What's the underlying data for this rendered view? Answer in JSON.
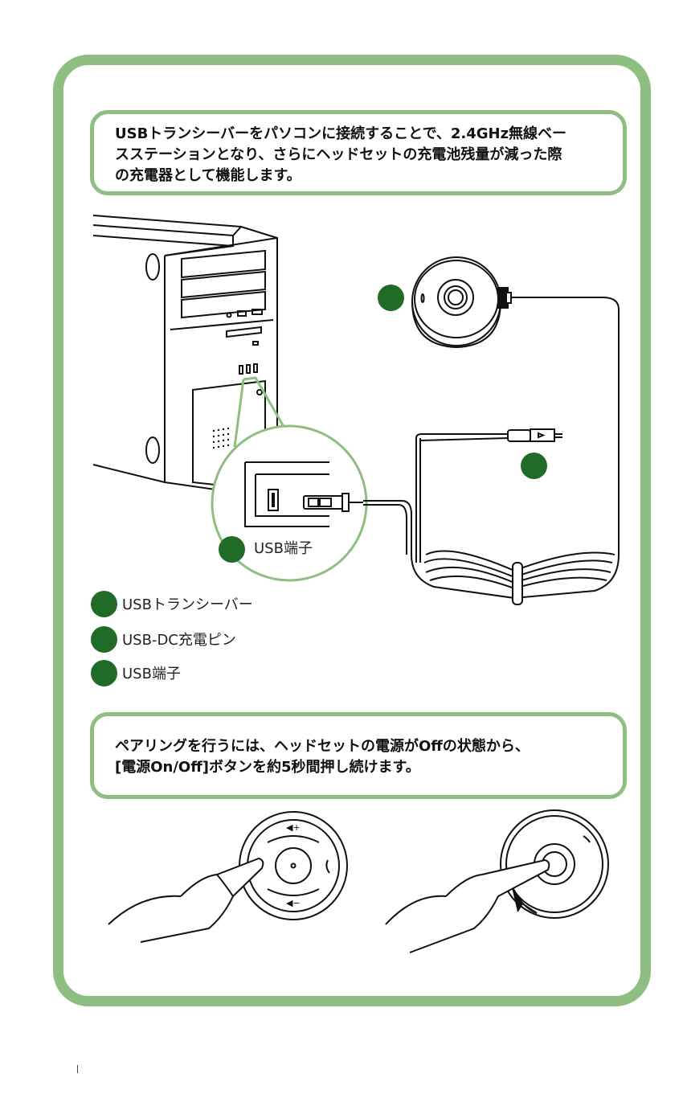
{
  "note_top": {
    "lines": [
      "USBトランシーバーをパソコンに接続することで、2.4GHz無線ベー",
      "スステーションとなり、さらにヘッドセットの充電池残量が減った際",
      "の充電器として機能します。"
    ]
  },
  "callout_label": "USB端子",
  "legend": [
    {
      "label": "USBトランシーバー"
    },
    {
      "label": "USB-DC充電ピン"
    },
    {
      "label": "USB端子"
    }
  ],
  "note_bottom": {
    "lines": [
      "ペアリングを行うには、ヘッドセットの電源がOffの状態から、",
      "[電源On/Off]ボタンを約5秒間押し続けます。"
    ]
  },
  "colors": {
    "frame": "#8fbe82",
    "marker": "#1f6b27"
  }
}
